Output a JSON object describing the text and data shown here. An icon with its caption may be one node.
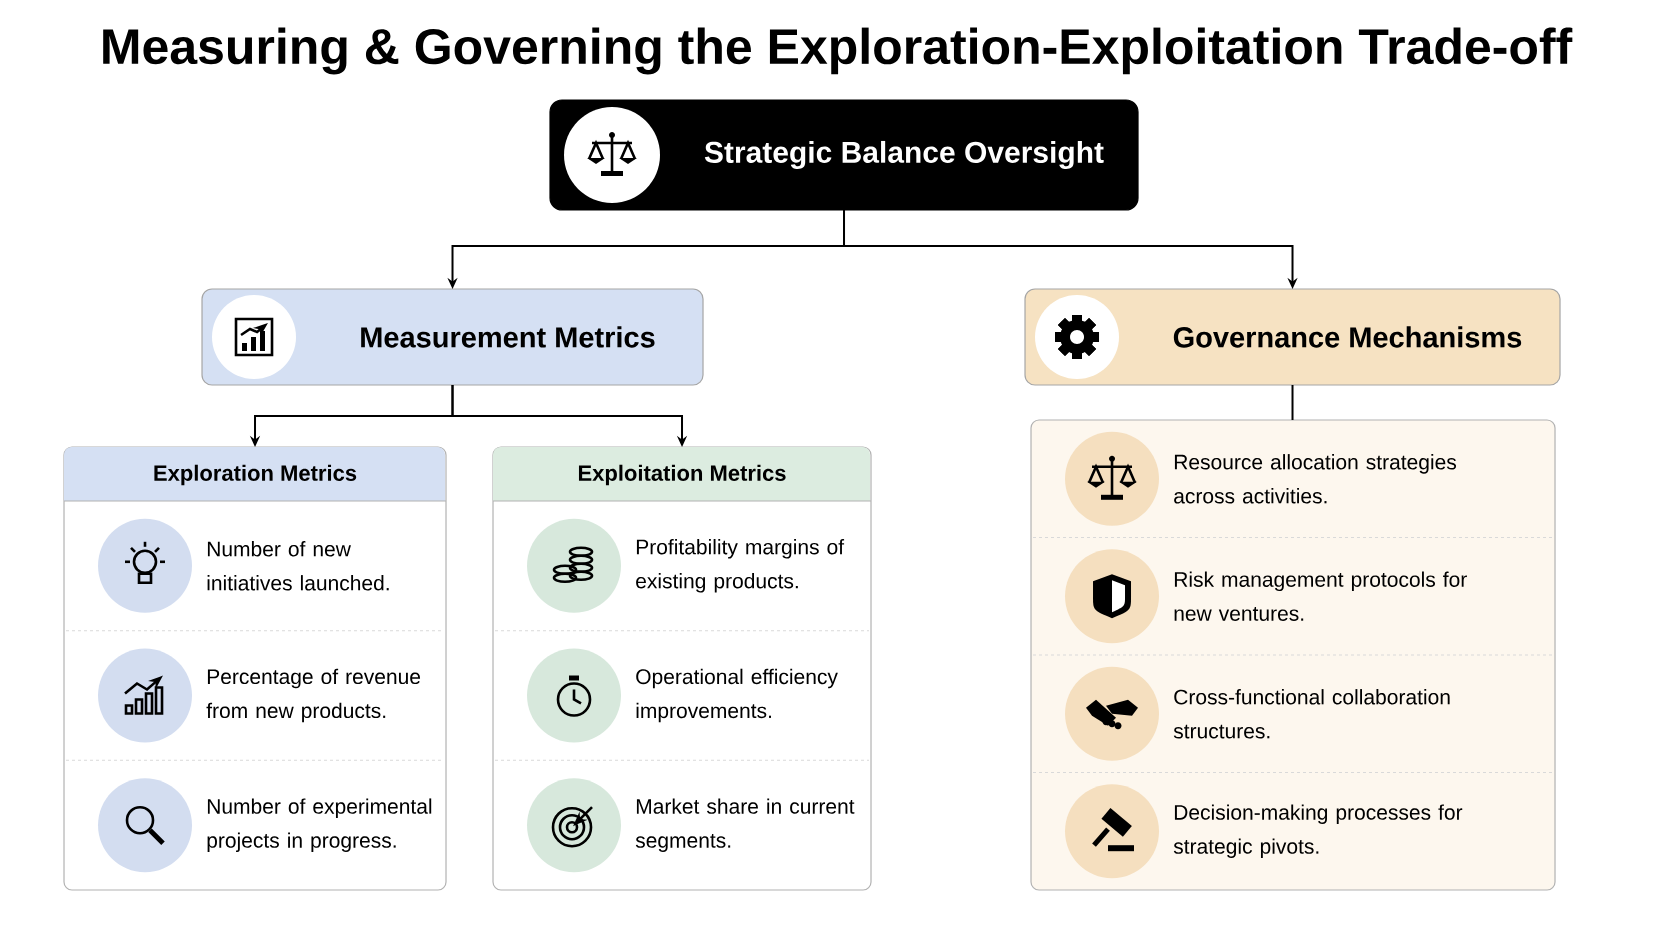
{
  "diagram": {
    "title": "Measuring & Governing the Exploration-Exploitation Trade-off",
    "nodes": [
      {
        "text": [
          "Strategic Balance Oversight"
        ]
      },
      {
        "text": [
          "Measurement Metrics"
        ]
      },
      {
        "text": [
          "Governance Mechanisms"
        ]
      },
      {
        "text": [
          "Exploration Metrics"
        ]
      },
      {
        "text": [
          "Exploitation Metrics"
        ]
      },
      {
        "text": [],
        "shape": "box"
      },
      {
        "text": [
          "Number of new initiatives launched."
        ],
        "in": 3
      },
      {
        "text": [
          "Percentage of revenue from new products."
        ],
        "in": 3
      },
      {
        "text": [
          "Number of experimental projects in progress."
        ],
        "in": 3
      },
      {
        "text": [
          "Profitability margins of existing products."
        ],
        "in": 4
      },
      {
        "text": [
          "Operational efficiency improvements."
        ],
        "in": 4
      },
      {
        "text": [
          "Market share in current segments."
        ],
        "in": 4
      },
      {
        "text": [
          "Resource allocation strategies across activities."
        ],
        "in": 5
      },
      {
        "text": [
          "Risk management protocols for new ventures."
        ],
        "in": 5
      },
      {
        "text": [
          "Cross-functional collaboration structures."
        ],
        "in": 5
      },
      {
        "text": [
          "Decision-making processes for strategic pivots."
        ],
        "in": 5
      }
    ],
    "edges": [
      {
        "from": 0,
        "to": 1,
        "arrow": "to"
      },
      {
        "from": 0,
        "to": 2,
        "arrow": "to"
      },
      {
        "from": 1,
        "to": 3,
        "arrow": "to"
      },
      {
        "from": 1,
        "to": 4,
        "arrow": "to"
      },
      {
        "from": 2,
        "to": 5,
        "arrow": "none"
      }
    ]
  }
}
